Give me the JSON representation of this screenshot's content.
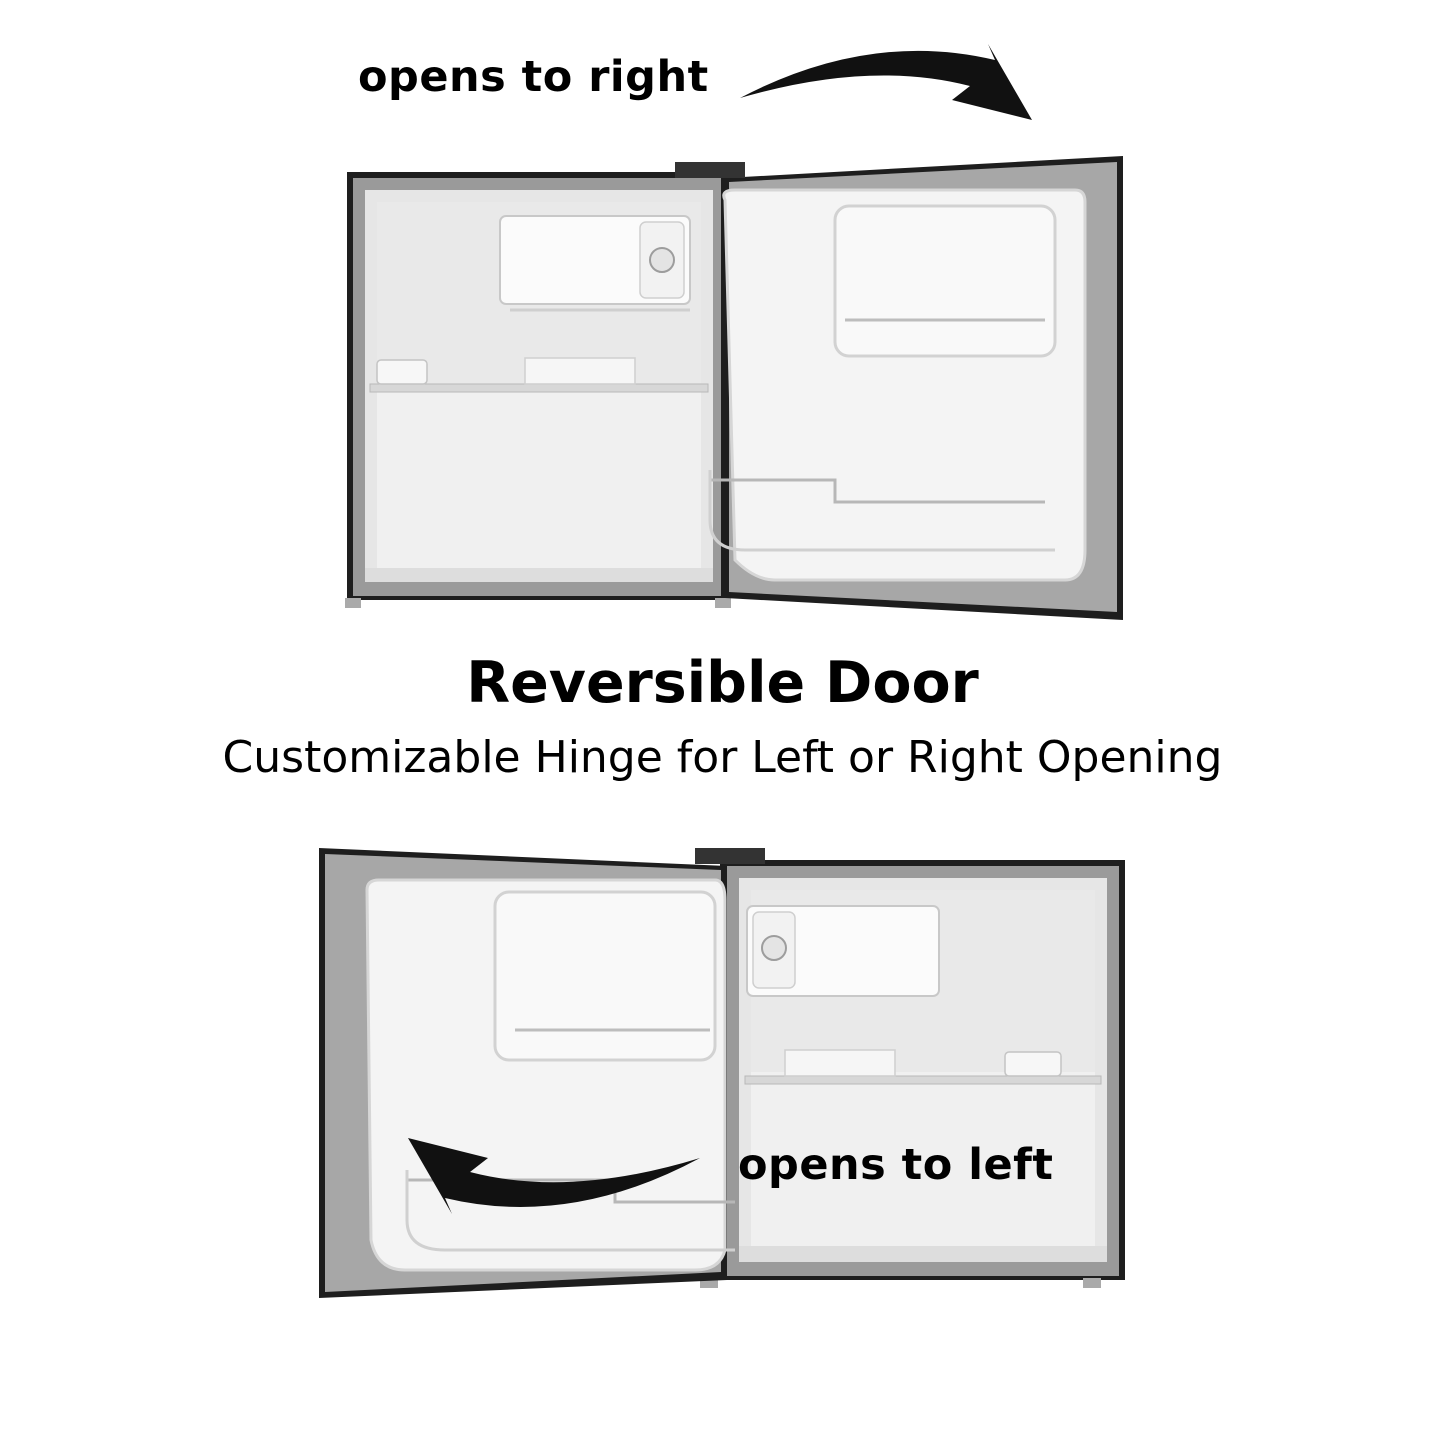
{
  "labels": {
    "top_direction": "opens to right",
    "bottom_direction": "opens to left"
  },
  "headline": "Reversible Door",
  "subheadline": "Customizable Hinge for Left or Right Opening",
  "colors": {
    "text": "#000000",
    "cabinet_dark": "#1e1e1e",
    "steel_trim": "#8c8c8c",
    "interior": "#eeeeee",
    "door_liner": "#f4f4f4"
  },
  "icons": {
    "top_arrow": "curved-arrow-right-icon",
    "bottom_arrow": "curved-arrow-left-icon"
  }
}
